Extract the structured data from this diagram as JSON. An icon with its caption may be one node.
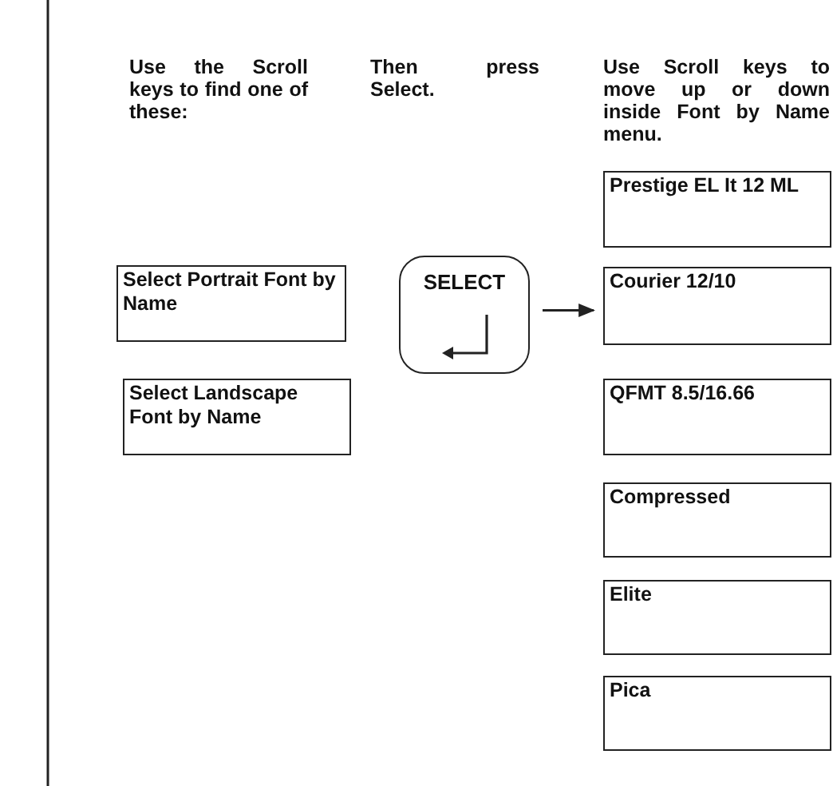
{
  "diagram": {
    "nodes": [
      {
        "text": [
          "Select Portrait Font by Name"
        ]
      },
      {
        "text": [
          "Select Landscape Font by Name"
        ]
      },
      {
        "text": [
          "SELECT"
        ]
      },
      {
        "text": [
          "Prestige EL It 12 ML"
        ]
      },
      {
        "text": [
          "Courier 12/10"
        ]
      },
      {
        "text": [
          "QFMT 8.5/16.66"
        ]
      },
      {
        "text": [
          "Compressed"
        ]
      },
      {
        "text": [
          "Elite"
        ]
      },
      {
        "text": [
          "Pica"
        ]
      }
    ],
    "edges": [
      {
        "from": 2,
        "to": 4,
        "arrow": "to"
      }
    ],
    "labels": [
      "Use the Scroll keys to find one of these:",
      "Then press Select.",
      "Use Scroll keys to move up or down inside Font by Name menu."
    ]
  }
}
